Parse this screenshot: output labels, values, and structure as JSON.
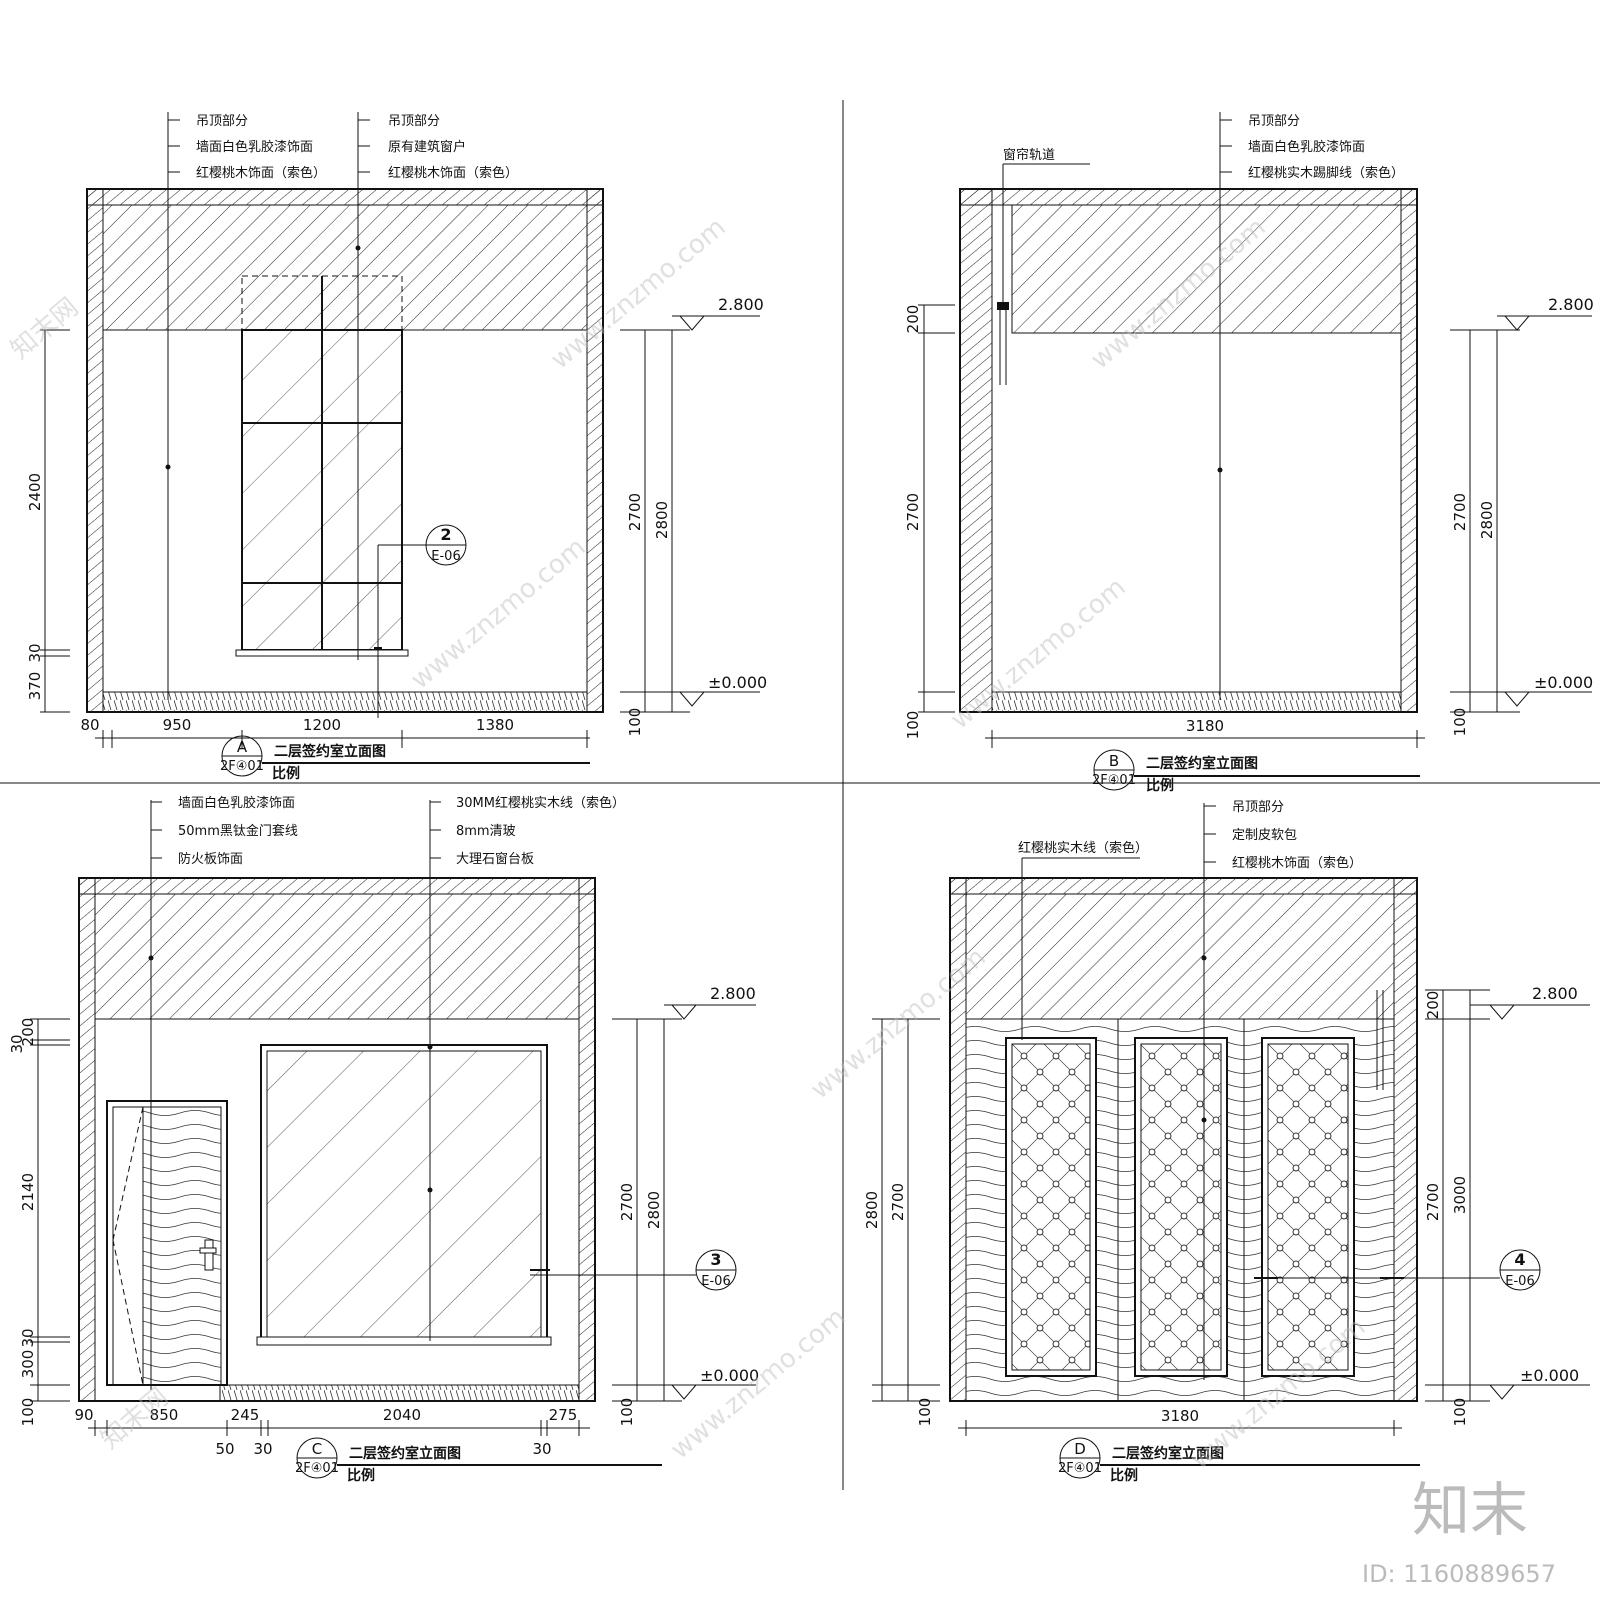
{
  "panels": [
    {
      "id": "A",
      "sheet_ref": "2F④01",
      "title": "二层签约室立面图",
      "scale_label": "比例",
      "level_top": "2.800",
      "level_base": "±0.000",
      "callouts_left": [
        "吊顶部分",
        "墙面白色乳胶漆饰面",
        "红樱桃木饰面（索色）"
      ],
      "callouts_right": [
        "吊顶部分",
        "原有建筑窗户",
        "红樱桃木饰面（索色）"
      ],
      "dims_bottom": [
        "80",
        "950",
        "1200",
        "1380"
      ],
      "dims_left": [
        "2400",
        "30",
        "370"
      ],
      "dims_right": [
        "2700",
        "2800",
        "100"
      ],
      "section_mark": {
        "num": "2",
        "sheet": "E-06"
      }
    },
    {
      "id": "B",
      "sheet_ref": "2F④01",
      "title": "二层签约室立面图",
      "scale_label": "比例",
      "level_top": "2.800",
      "level_base": "±0.000",
      "callouts_left": [
        "窗帘轨道"
      ],
      "callouts_right": [
        "吊顶部分",
        "墙面白色乳胶漆饰面",
        "红樱桃实木踢脚线（索色）"
      ],
      "dims_bottom": [
        "3180"
      ],
      "dims_left": [
        "200",
        "2700",
        "100"
      ],
      "dims_right": [
        "2700",
        "2800",
        "100"
      ]
    },
    {
      "id": "C",
      "sheet_ref": "2F④01",
      "title": "二层签约室立面图",
      "scale_label": "比例",
      "level_top": "2.800",
      "level_base": "±0.000",
      "callouts_left": [
        "墙面白色乳胶漆饰面",
        "50mm黑钛金门套线",
        "防火板饰面"
      ],
      "callouts_right": [
        "30MM红樱桃实木线（索色）",
        "8mm清玻",
        "大理石窗台板"
      ],
      "dims_bottom": [
        "90",
        "850",
        "245",
        "2040",
        "275"
      ],
      "dims_bottom2": [
        "50",
        "30",
        "30"
      ],
      "dims_left": [
        "30",
        "200",
        "2140",
        "30",
        "300",
        "100"
      ],
      "dims_right": [
        "2700",
        "2800",
        "100"
      ],
      "section_mark": {
        "num": "3",
        "sheet": "E-06"
      }
    },
    {
      "id": "D",
      "sheet_ref": "2F④01",
      "title": "二层签约室立面图",
      "scale_label": "比例",
      "level_top": "2.800",
      "level_base": "±0.000",
      "callouts_left": [
        "红樱桃实木线（索色）"
      ],
      "callouts_right": [
        "吊顶部分",
        "定制皮软包",
        "红樱桃木饰面（索色）"
      ],
      "dims_bottom": [
        "3180"
      ],
      "dims_left": [
        "2800",
        "2700",
        "100"
      ],
      "dims_right": [
        "200",
        "2700",
        "3000",
        "100"
      ],
      "section_mark": {
        "num": "4",
        "sheet": "E-06"
      }
    }
  ],
  "watermark": {
    "brand": "知末",
    "id_label": "ID: 1160889657",
    "site": "www.znzmo.com",
    "site_cn": "知末网"
  }
}
